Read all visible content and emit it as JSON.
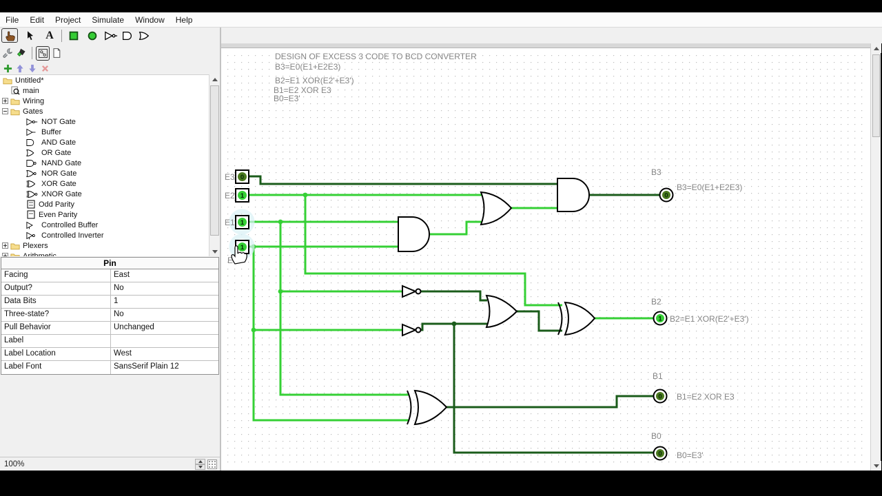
{
  "menu": {
    "items": [
      "File",
      "Edit",
      "Project",
      "Simulate",
      "Window",
      "Help"
    ]
  },
  "toolbar": {
    "text_tool_label": "A"
  },
  "explorer": {
    "items": [
      {
        "label": "Untitled*"
      },
      {
        "label": "main"
      },
      {
        "label": "Wiring"
      },
      {
        "label": "Gates"
      },
      {
        "label": "NOT Gate"
      },
      {
        "label": "Buffer"
      },
      {
        "label": "AND Gate"
      },
      {
        "label": "OR Gate"
      },
      {
        "label": "NAND Gate"
      },
      {
        "label": "NOR Gate"
      },
      {
        "label": "XOR Gate"
      },
      {
        "label": "XNOR Gate"
      },
      {
        "label": "Odd Parity"
      },
      {
        "label": "Even Parity"
      },
      {
        "label": "Controlled Buffer"
      },
      {
        "label": "Controlled Inverter"
      },
      {
        "label": "Plexers"
      },
      {
        "label": "Arithmetic"
      }
    ]
  },
  "attributes": {
    "title": "Pin",
    "rows": [
      {
        "name": "Facing",
        "value": "East"
      },
      {
        "name": "Output?",
        "value": "No"
      },
      {
        "name": "Data Bits",
        "value": "1"
      },
      {
        "name": "Three-state?",
        "value": "No"
      },
      {
        "name": "Pull Behavior",
        "value": "Unchanged"
      },
      {
        "name": "Label",
        "value": ""
      },
      {
        "name": "Label Location",
        "value": "West"
      },
      {
        "name": "Label Font",
        "value": "SansSerif Plain 12"
      }
    ]
  },
  "statusbar": {
    "zoom": "100%"
  },
  "canvas": {
    "header_lines": [
      "DESIGN OF EXCESS 3 CODE TO BCD CONVERTER",
      "B3=E0(E1+E2E3)",
      "B2=E1 XOR(E2'+E3')",
      "B1=E2 XOR E3",
      "B0=E3'"
    ],
    "inputs": [
      {
        "label": "E3",
        "value": "0"
      },
      {
        "label": "E2",
        "value": "1"
      },
      {
        "label": "E1",
        "value": "1"
      },
      {
        "label": "E0",
        "value": "1"
      }
    ],
    "outputs": [
      {
        "label": "B3",
        "value": "0",
        "equation": "B3=E0(E1+E2E3)"
      },
      {
        "label": "B2",
        "value": "1",
        "equation": "B2=E1 XOR(E2'+E3')"
      },
      {
        "label": "B1",
        "value": "0",
        "equation": "B1=E2 XOR E3"
      },
      {
        "label": "B0",
        "value": "0",
        "equation": "B0=E3'"
      }
    ],
    "colors": {
      "wire_on": "#35d035",
      "wire_off": "#1b5c1b",
      "pin_on": "#35d035",
      "pin_off": "#4c7a1f"
    }
  }
}
